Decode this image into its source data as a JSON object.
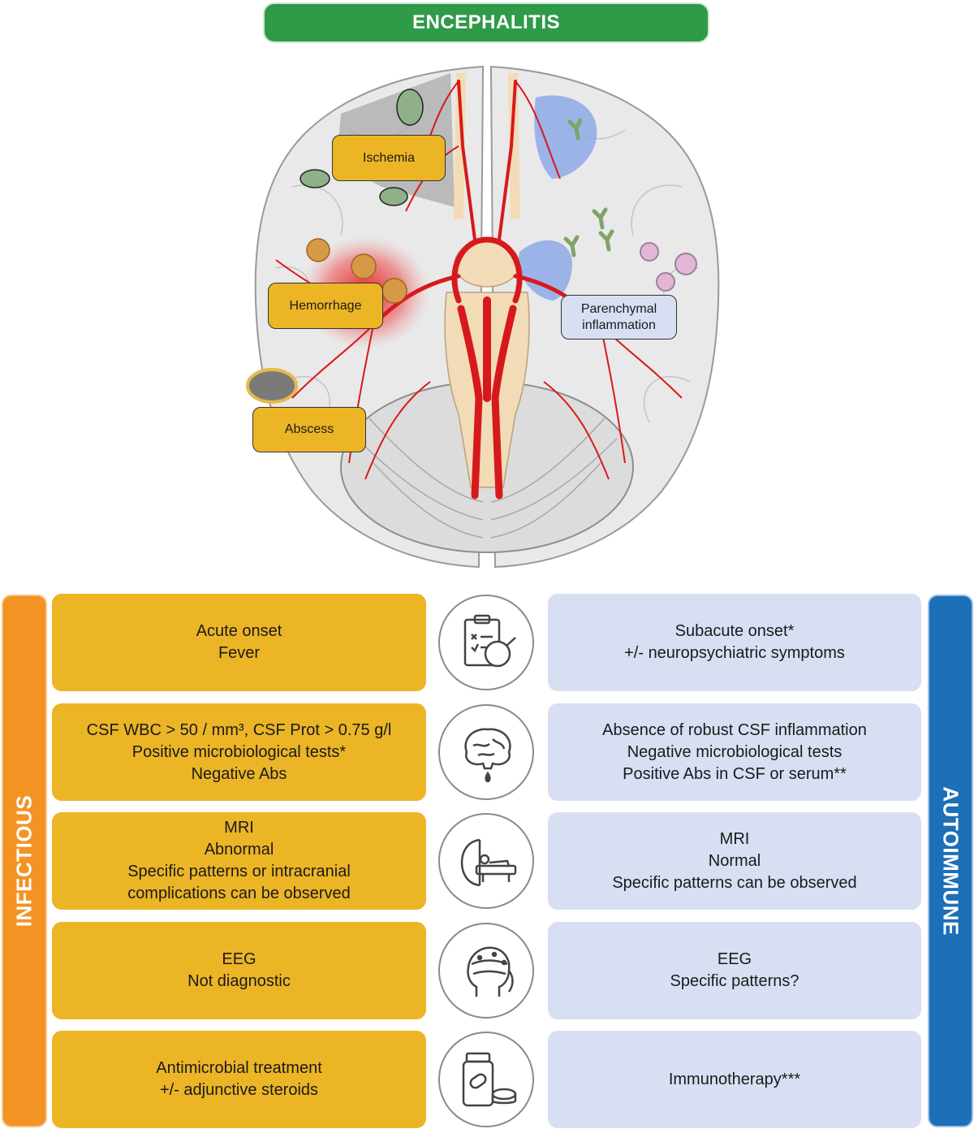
{
  "title": "ENCEPHALITIS",
  "brain_labels": {
    "ischemia": "Ischemia",
    "hemorrhage": "Hemorrhage",
    "abscess": "Abscess",
    "parenchymal": [
      "Parenchymal",
      "inflammation"
    ]
  },
  "sidebar_left": "INFECTIOUS",
  "sidebar_right": "AUTOIMMUNE",
  "rows": [
    {
      "icon": "clinical-checklist-icon",
      "infectious": [
        "Acute onset",
        "Fever"
      ],
      "autoimmune": [
        "Subacute onset*",
        "+/- neuropsychiatric symptoms"
      ]
    },
    {
      "icon": "brain-csf-drop-icon",
      "infectious": [
        "CSF WBC > 50 / mm³, CSF Prot > 0.75 g/l",
        "Positive microbiological tests*",
        "Negative Abs"
      ],
      "autoimmune": [
        "Absence of robust CSF inflammation",
        "Negative microbiological tests",
        "Positive Abs in CSF or serum**"
      ]
    },
    {
      "icon": "mri-scanner-icon",
      "infectious": [
        "MRI",
        "Abnormal",
        "Specific patterns or intracranial",
        "complications can be observed"
      ],
      "autoimmune": [
        "MRI",
        "Normal",
        "Specific patterns can be observed"
      ]
    },
    {
      "icon": "eeg-head-icon",
      "infectious": [
        "EEG",
        "Not diagnostic"
      ],
      "autoimmune": [
        "EEG",
        "Specific patterns?"
      ]
    },
    {
      "icon": "medication-icon",
      "infectious": [
        "Antimicrobial treatment",
        "+/- adjunctive steroids"
      ],
      "autoimmune": [
        "Immunotherapy***"
      ]
    }
  ],
  "colors": {
    "banner": "#2f9a48",
    "infectious": "#f39323",
    "autoimmune": "#1d6fb8",
    "infectious_box": "#ecb526",
    "autoimmune_box": "#d8dff2",
    "vessels": "#d7191c"
  }
}
